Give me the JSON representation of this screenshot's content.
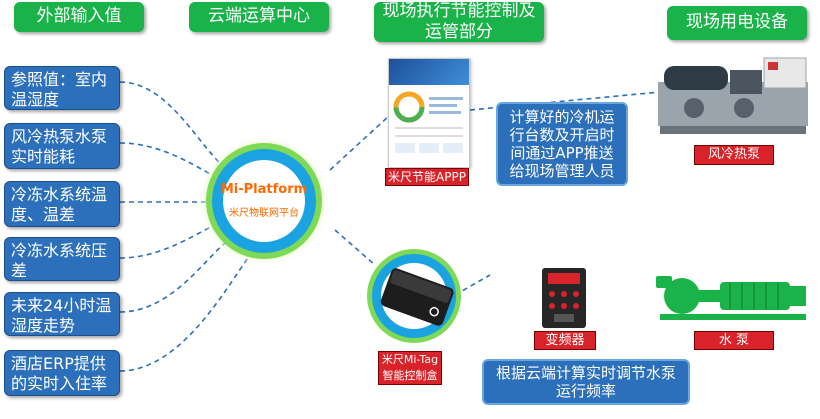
{
  "headers": {
    "external_input": "外部输入值",
    "cloud_center": "云端运算中心",
    "onsite_execution": "现场执行节能控制及运管部分",
    "onsite_equipment": "现场用电设备"
  },
  "inputs": [
    "参照值：室内温湿度",
    "风冷热泵水泵实时能耗",
    "冷冻水系统温度、温差",
    "冷冻水系统压差",
    "未来24小时温湿度走势",
    "酒店ERP提供的实时入住率"
  ],
  "platform": {
    "name": "Mi-Platform",
    "subtitle": "米尺物联网平台"
  },
  "app": {
    "label": "米尺节能APPP"
  },
  "mitag": {
    "label_line1": "米尺Mi-Tag",
    "label_line2": "智能控制盒"
  },
  "notes": {
    "chiller_note": "计算好的冷机运行台数及开启时间通过APP推送给现场管理人员",
    "pump_note": "根据云端计算实时调节水泵运行频率"
  },
  "devices": {
    "heat_pump": "风冷热泵",
    "vfd": "变频器",
    "pump": "水 泵"
  },
  "colors": {
    "green": "#19b34a",
    "blue": "#2c6fba",
    "red": "#d8232a",
    "cyan": "#1aa3e0",
    "orange": "#ff6a00"
  }
}
